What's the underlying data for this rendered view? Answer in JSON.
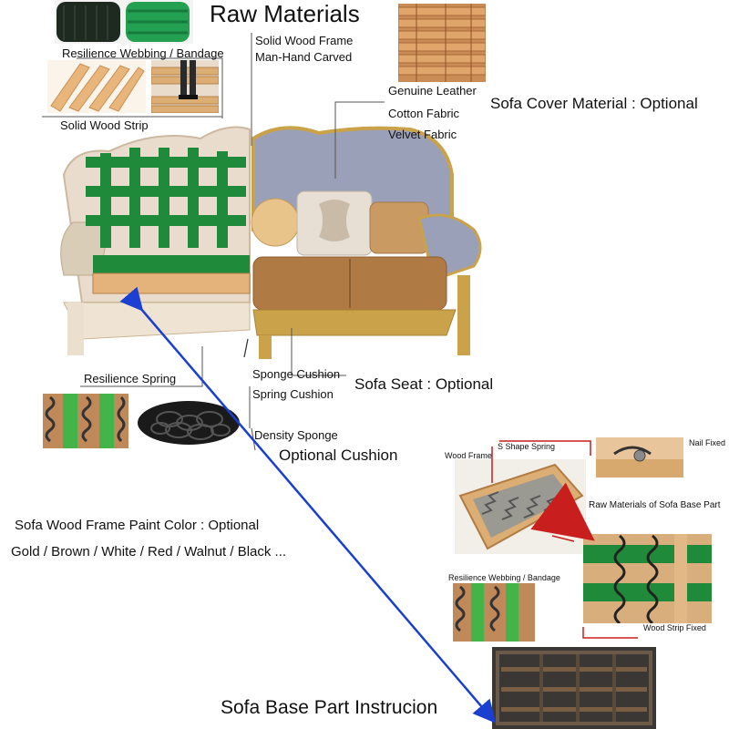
{
  "title": "Raw Materials",
  "labels": {
    "webbing": "Resilience Webbing / Bandage",
    "solid_wood_frame": "Solid Wood Frame",
    "hand_carved": "Man-Hand Carved",
    "solid_wood_strip": "Solid Wood Strip",
    "genuine_leather": "Genuine Leather",
    "cotton_fabric": "Cotton Fabric",
    "velvet_fabric": "Velvet Fabric",
    "cover_material": "Sofa Cover Material : Optional",
    "resilience_spring": "Resilience Spring",
    "sponge_cushion": "Sponge Cushion",
    "spring_cushion": "Spring Cushion",
    "sofa_seat": "Sofa Seat : Optional",
    "density_sponge": "Density Sponge",
    "optional_cushion": "Optional Cushion",
    "paint_color": "Sofa Wood Frame Paint Color : Optional",
    "paint_options": "Gold / Brown / White / Red / Walnut / Black ...",
    "base_part": "Sofa Base Part Instrucion"
  },
  "diagram": {
    "wood_frame": "Wood Frame",
    "s_shape_spring": "S Shape Spring",
    "nail_fixed": "Nail Fixed",
    "raw_materials_base": "Raw Materials of Sofa Base Part",
    "webbing_small": "Resilience Webbing / Bandage",
    "wood_strip_fixed": "Wood Strip Fixed"
  },
  "colors": {
    "arrow": "#1a3fd1",
    "connector": "#c81e1e",
    "webbing_green": "#1f8a3a",
    "wood": "#d9a56a",
    "gold_frame": "#c9a24a",
    "fabric": "#9aa0b8",
    "leather": "#b07a45"
  },
  "icons": [
    "webbing-roll-photo",
    "wood-strip-photo",
    "wood-stack-photo",
    "sofa-photo",
    "spring-photo",
    "sponge-photo",
    "base-frame-photo"
  ]
}
